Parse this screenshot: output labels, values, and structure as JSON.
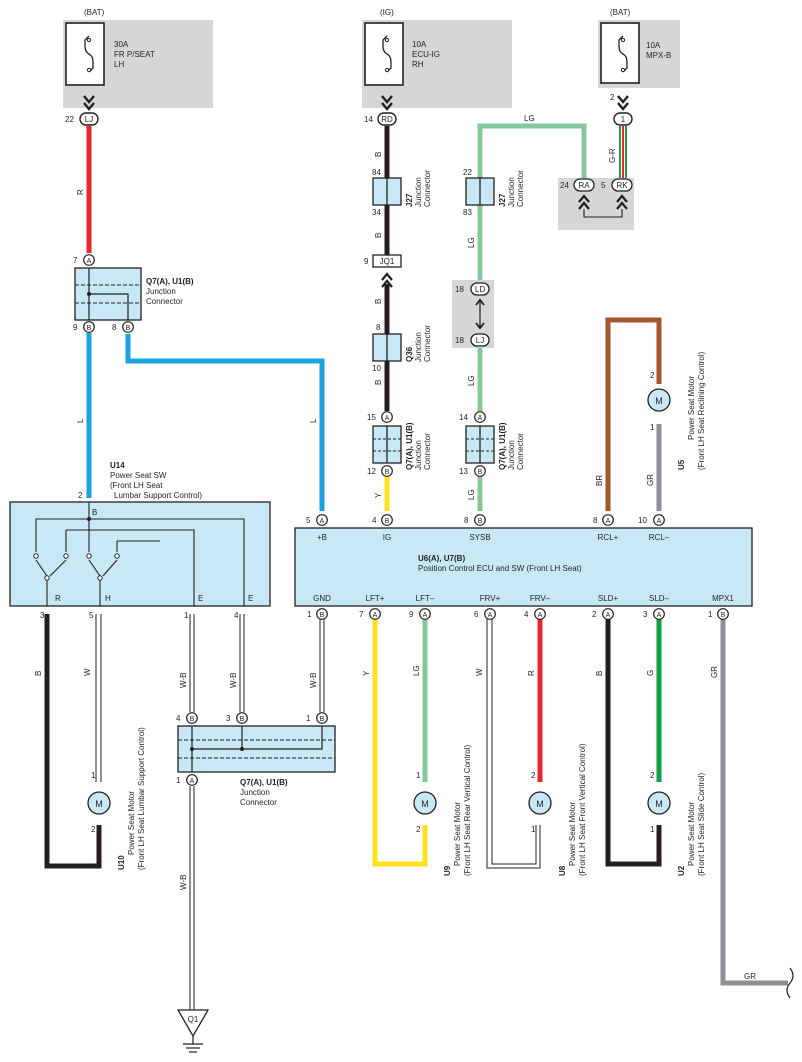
{
  "colors": {
    "red": "#e8262d",
    "blue": "#1aa3e0",
    "black": "#231f20",
    "lg": "#86c89b",
    "yellow": "#ffe21a",
    "brown": "#a5552f",
    "gray": "#8e8f92",
    "green": "#12a04a",
    "box": "#c9e8f6",
    "gray_panel": "#d6d6d6",
    "orange": "#e56a28"
  },
  "fuses": {
    "f1": {
      "src": "(BAT)",
      "rating": "30A",
      "l1": "FR P/SEAT",
      "l2": "LH",
      "conn": "LJ",
      "pin": "22"
    },
    "f2": {
      "src": "(IG)",
      "rating": "10A",
      "l1": "ECU-IG",
      "l2": "RH",
      "conn": "RD",
      "pin": "14"
    },
    "f3": {
      "src": "(BAT)",
      "rating": "10A",
      "l1": "MPX-B",
      "conn": "1",
      "pin": "2"
    }
  },
  "wire_labels": {
    "r": "R",
    "b": "B",
    "l": "L",
    "lg": "LG",
    "y": "Y",
    "br": "BR",
    "gr": "GR",
    "w": "W",
    "wb": "W-B",
    "g": "G",
    "gr_r": "G-R"
  },
  "pins": {
    "n2": "2",
    "n3": "3",
    "n4": "4",
    "n5": "5",
    "n7": "7",
    "n8": "8",
    "n9": "9",
    "n10": "10",
    "n12": "12",
    "n13": "13",
    "n14": "14",
    "n15": "15",
    "n18": "18",
    "n22": "22",
    "n24": "24",
    "n34": "34",
    "n83": "83",
    "n84": "84",
    "n1": "1",
    "n6": "6"
  },
  "conn_letters": {
    "a": "A",
    "b": "B",
    "ra": "RA",
    "rk": "RK",
    "ld": "LD",
    "lj": "LJ",
    "jq1": "JQ1"
  },
  "j27_a": {
    "id": "J27",
    "l1": "Junction",
    "l2": "Connector"
  },
  "j27_b": {
    "id": "J27",
    "l1": "Junction",
    "l2": "Connector"
  },
  "q36": {
    "id": "Q36",
    "l1": "Junction",
    "l2": "Connector"
  },
  "q7_ig": {
    "id": "Q7(A), U1(B)",
    "l1": "Junction",
    "l2": "Connector"
  },
  "q7_sysb": {
    "id": "Q7(A), U1(B)",
    "l1": "Junction",
    "l2": "Connector"
  },
  "q7_top": {
    "id": "Q7(A), U1(B)",
    "l1": "Junction",
    "l2": "Connector"
  },
  "q7_bottom": {
    "id": "Q7(A), U1(B)",
    "l1": "Junction",
    "l2": "Connector"
  },
  "u14": {
    "id": "U14",
    "l1": "Power Seat SW",
    "l2": "(Front LH Seat",
    "l3": "Lumbar Support Control)",
    "pins": {
      "r": "R",
      "h": "H",
      "e1": "E",
      "e2": "E",
      "b": "B"
    }
  },
  "ecu": {
    "id": "U6(A), U7(B)",
    "name": "Position Control ECU and SW (Front LH Seat)",
    "top": {
      "pb": "+B",
      "ig": "IG",
      "sysb": "SYSB",
      "rclp": "RCL+",
      "rclm": "RCL–"
    },
    "bottom": {
      "gnd": "GND",
      "lftp": "LFT+",
      "lftm": "LFT–",
      "frvp": "FRV+",
      "frvm": "FRV–",
      "sldp": "SLD+",
      "sldm": "SLD–",
      "mpx1": "MPX1"
    }
  },
  "motors": {
    "u5": {
      "id": "U5",
      "l1": "Power Seat Motor",
      "l2": "(Front LH Seat Reclining Control)"
    },
    "u10": {
      "id": "U10",
      "l1": "Power Seat Motor",
      "l2": "(Front LH Seat Lumbar Support Control)"
    },
    "u9": {
      "id": "U9",
      "l1": "Power Seat Motor",
      "l2": "(Front LH Seat Rear Vertical Control)"
    },
    "u8": {
      "id": "U8",
      "l1": "Power Seat Motor",
      "l2": "(Front LH Seat Front Vertical Control)"
    },
    "u2": {
      "id": "U2",
      "l1": "Power Seat Motor",
      "l2": "(Front LH Seat Slide Control)"
    },
    "m": "M"
  },
  "ground": {
    "id": "Q1"
  }
}
